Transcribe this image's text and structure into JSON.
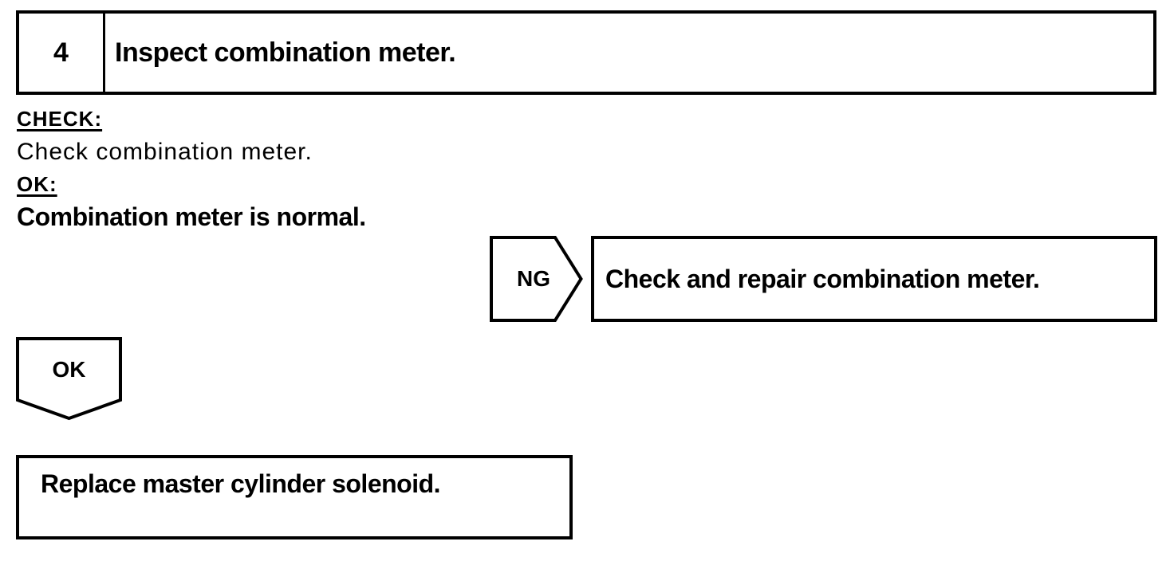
{
  "colors": {
    "ink": "#000000",
    "paper": "#ffffff"
  },
  "step_header": {
    "number": "4",
    "title": "Inspect combination meter."
  },
  "procedure": {
    "check_label": "CHECK:",
    "check_instruction": "Check combination meter.",
    "ok_label": "OK:",
    "ok_result": "Combination meter is normal."
  },
  "ng_branch": {
    "connector_label": "NG",
    "action": "Check and repair combination meter."
  },
  "ok_branch": {
    "connector_label": "OK",
    "action": "Replace master cylinder solenoid."
  }
}
